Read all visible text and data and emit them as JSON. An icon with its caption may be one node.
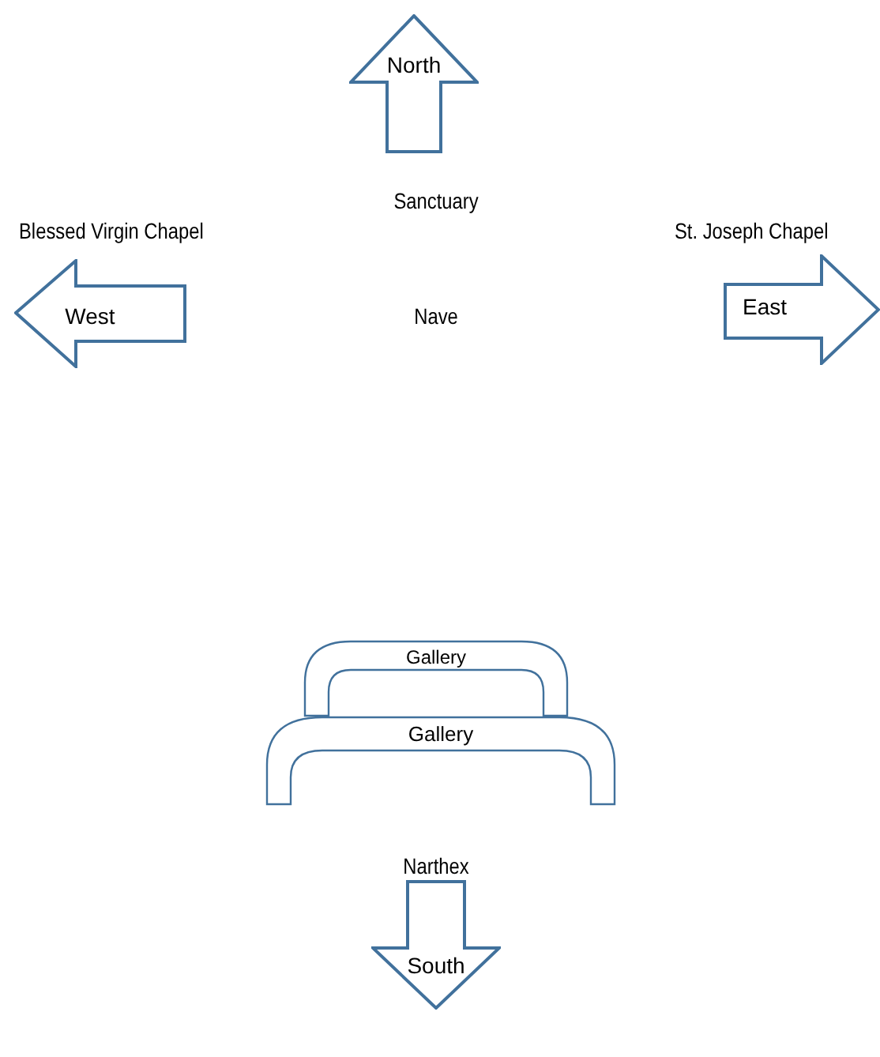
{
  "diagram": {
    "nodes": [
      {
        "text": [
          "North"
        ]
      },
      {
        "text": [
          "West"
        ]
      },
      {
        "text": [
          "East"
        ]
      },
      {
        "text": [
          "Gallery"
        ]
      },
      {
        "text": [
          "Gallery"
        ]
      },
      {
        "text": [
          "South"
        ]
      }
    ],
    "labels": [
      "Sanctuary",
      "Blessed Virgin Chapel",
      "St. Joseph Chapel",
      "Nave",
      "Narthex"
    ]
  }
}
